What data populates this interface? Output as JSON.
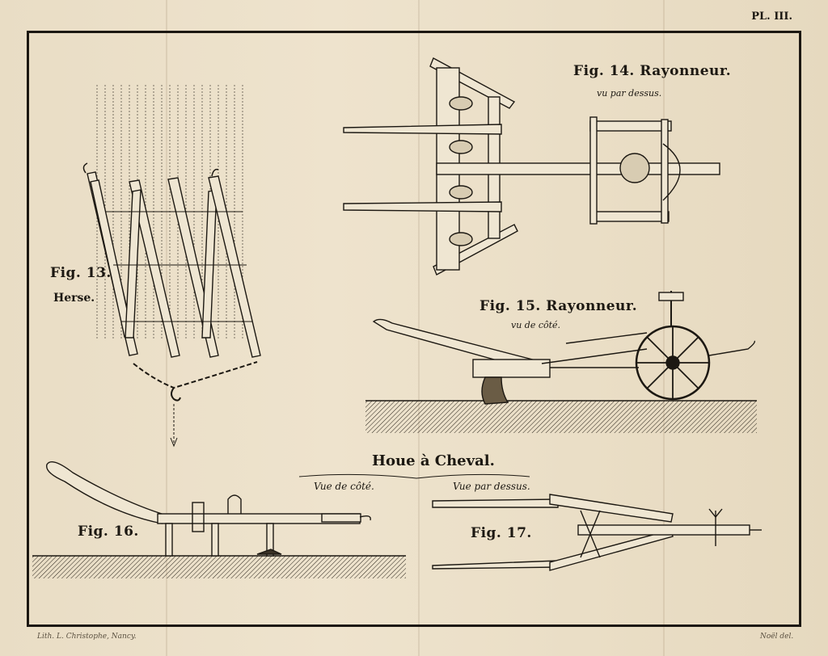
{
  "plate_number": "PL. III.",
  "title": "Houe à Cheval.",
  "figures": {
    "fig13": {
      "label": "Fig. 13.",
      "name": "Herse."
    },
    "fig14": {
      "label": "Fig. 14. Rayonneur.",
      "caption": "vu par dessus."
    },
    "fig15": {
      "label": "Fig. 15. Rayonneur.",
      "caption": "vu de côté."
    },
    "fig16": {
      "label": "Fig. 16.",
      "caption": "Vue de côté."
    },
    "fig17": {
      "label": "Fig. 17.",
      "caption": "Vue par dessus."
    }
  },
  "footer": {
    "lithographer": "Lith. L. Christophe, Nancy.",
    "artist": "Noël del."
  },
  "colors": {
    "paper": "#e9ddc5",
    "ink": "#1c1812"
  }
}
